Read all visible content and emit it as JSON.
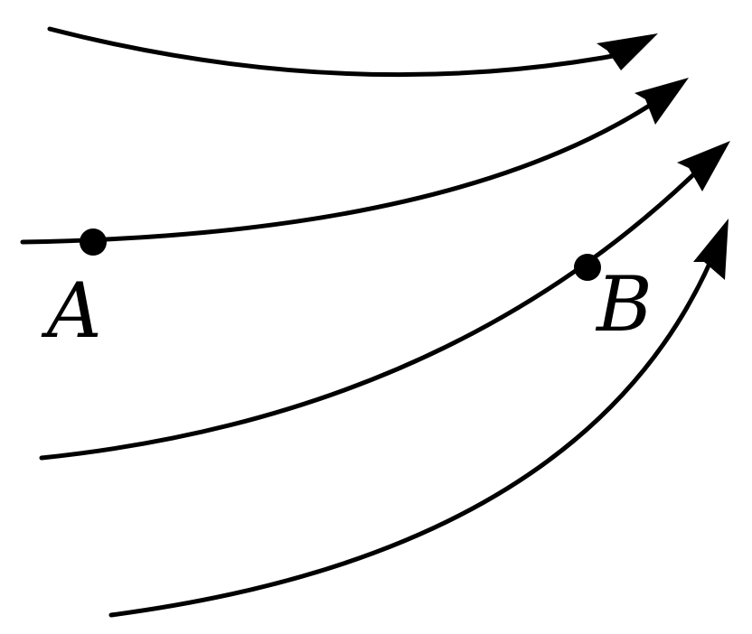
{
  "colors": {
    "stroke": "#000000",
    "background": "#ffffff"
  },
  "points": {
    "a": {
      "label": "A"
    },
    "b": {
      "label": "B"
    }
  },
  "lines": [
    {
      "name": "field-line-1",
      "arrow": "arrow-head-icon"
    },
    {
      "name": "field-line-2",
      "arrow": "arrow-head-icon"
    },
    {
      "name": "field-line-3",
      "arrow": "arrow-head-icon"
    },
    {
      "name": "field-line-4",
      "arrow": "arrow-head-icon"
    }
  ]
}
